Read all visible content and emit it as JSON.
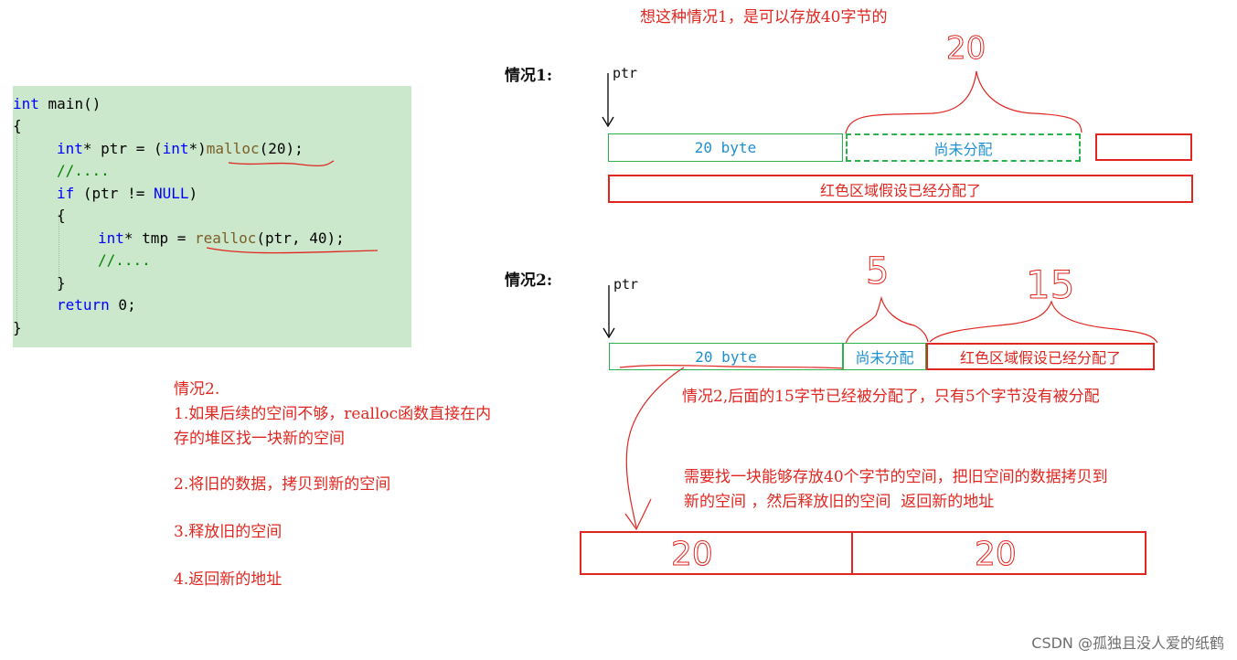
{
  "code": {
    "line1_type": "int",
    "line1_rest": " main()",
    "line2": "{",
    "line3_type": "int",
    "line3_mid": "* ptr = (",
    "line3_cast": "int",
    "line3_close": "*)",
    "line3_fn": "malloc",
    "line3_args": "(20);",
    "line4": "//....",
    "line5_if": "if",
    "line5_mid": " (ptr != ",
    "line5_null": "NULL",
    "line5_close": ")",
    "line6": "{",
    "line7_type": "int",
    "line7_mid": "* tmp = ",
    "line7_fn": "realloc",
    "line7_args": "(ptr, 40);",
    "line8": "//....",
    "line9": "}",
    "line10_ret": "return",
    "line10_rest": " 0;",
    "line11": "}"
  },
  "diagram": {
    "top_note": "想这种情况1，是可以存放40字节的",
    "case1_label": "情况1:",
    "case1_ptr": "ptr",
    "case1_handwritten": "20",
    "case1_box1": "20 byte",
    "case1_box2": "尚未分配",
    "case1_bar": "红色区域假设已经分配了",
    "case2_label": "情况2:",
    "case2_ptr": "ptr",
    "case2_handwritten_a": "5",
    "case2_handwritten_b": "15",
    "case2_box1": "20 byte",
    "case2_box2": "尚未分配",
    "case2_box3": "红色区域假设已经分配了",
    "case2_note": "情况2,后面的15字节已经被分配了，只有5个字节没有被分配",
    "need_note": "需要找一块能够存放40个字节的空间，把旧空间的数据拷贝到\n新的空间 ，然后释放旧的空间  返回新的地址",
    "new_left": "20",
    "new_right": "20"
  },
  "steps": {
    "title": "情况2.",
    "s1": "1.如果后续的空间不够，realloc函数直接在内\n存的堆区找一块新的空间",
    "s2": "2.将旧的数据，拷贝到新的空间",
    "s3": "3.释放旧的空间",
    "s4": "4.返回新的地址"
  },
  "watermark": "CSDN @孤独且没人爱的纸鹤",
  "colors": {
    "red": "#e0261f",
    "green": "#2bb24c",
    "blue": "#1f8fd0",
    "code_bg": "#cce8cc"
  }
}
